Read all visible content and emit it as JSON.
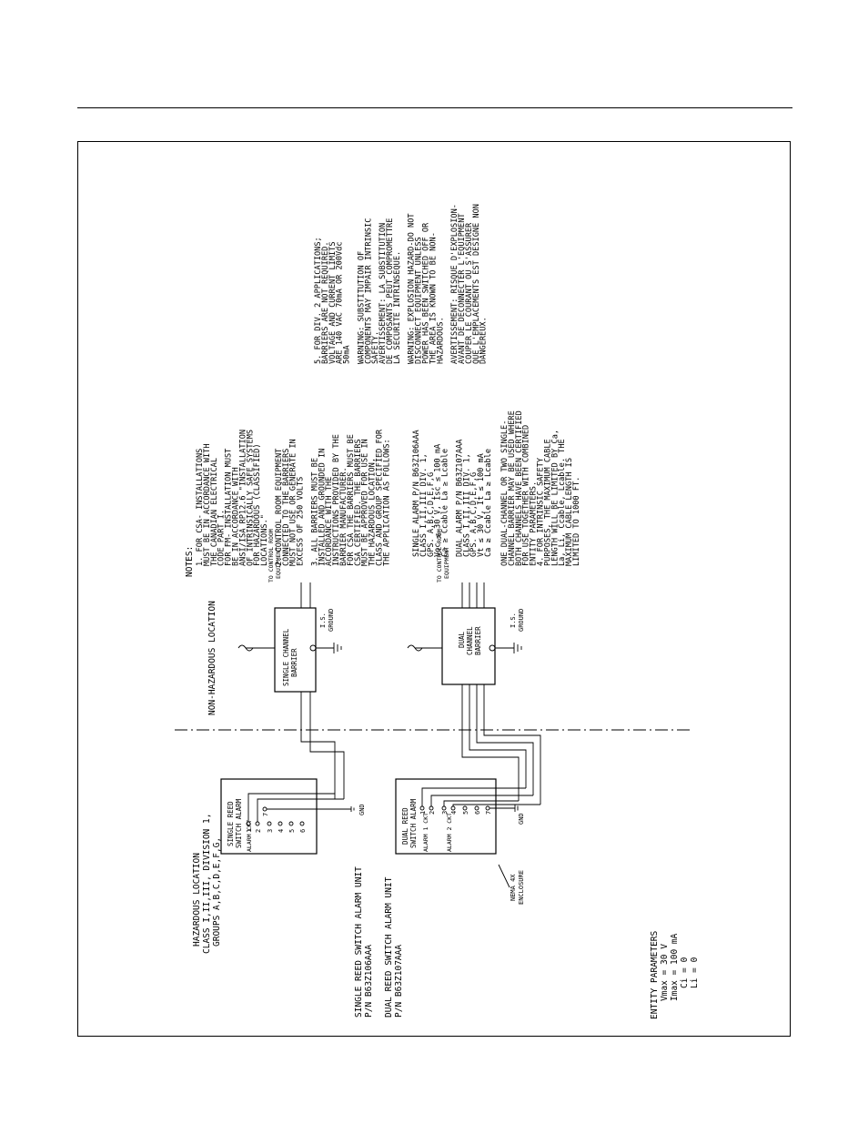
{
  "hazardous": {
    "l1": "HAZARDOUS LOCATION",
    "l2": "CLASS I,II,III, DIVISION 1,",
    "l3": "GROUPS A,B,C,D,E,F,G,"
  },
  "non_hazardous": "NON-HAZARDOUS LOCATION",
  "single_unit": {
    "l1": "SINGLE REED SWITCH ALARM UNIT",
    "l2": "P/N B63Z106AAA"
  },
  "dual_unit": {
    "l1": "DUAL REED SWITCH ALARM UNIT",
    "l2": "P/N B63Z107AAA"
  },
  "single_box": {
    "title1": "SINGLE REED",
    "title2": "SWITCH ALARM",
    "alarm_ckt": "ALARM CKT",
    "t1": "1",
    "t2": "2",
    "t3": "3",
    "t4": "4",
    "t5": "5",
    "t6": "6",
    "t7": "7",
    "gnd": "GND"
  },
  "dual_box": {
    "title1": "DUAL REED",
    "title2": "SWITCH ALARM",
    "alarm1": "ALARM 1 CKT",
    "alarm2": "ALARM 2 CKT",
    "t1": "1",
    "t2": "2",
    "t3": "3",
    "t4": "4",
    "t5": "5",
    "t6": "6",
    "t7": "7",
    "gnd": "GND"
  },
  "nema": {
    "l1": "NEMA 4X",
    "l2": "ENCLOSURE"
  },
  "single_barrier": "SINGLE CHANNEL BARRIER",
  "dual_barrier": {
    "l1": "DUAL",
    "l2": "CHANNEL",
    "l3": "BARRIER"
  },
  "is_ground": {
    "l1": "I.S.",
    "l2": "GROUND"
  },
  "to_control": {
    "l1": "TO CONTROL ROOM",
    "l2": "EQUIPMENT"
  },
  "entity": {
    "title": "ENTITY PARAMETERS",
    "vmax": "Vmax = 30 V",
    "imax": "Imax = 100 mA",
    "ci": "Ci = 0",
    "li": "Li = 0"
  },
  "notes": {
    "title": "NOTES:",
    "c1": [
      "1. FOR CSA- INSTALLATIONS",
      "MUST BE IN ACCORDANCE WITH",
      "THE CANADIAN ELECTRICAL",
      "CODE PART I.",
      "FOR FM- INSTALLATION MUST",
      "BE IN ACCORDANCE WITH",
      "ANSI/ISA RP12.6 \"INSTALLATION",
      "OF INTRINSICALLY SAFE SYSTEMS",
      "FOR HAZARDOUS (CLASSIFIED)",
      "LOCATIONS.\"",
      "",
      "2. CONTROL ROOM EQUIPMENT",
      "CONNECTED TO THE BARRIERS",
      "MUST NOT USE OR GENERATE IN",
      "EXCESS OF 250 VOLTS",
      "",
      "3. ALL BARRIERS MUST BE",
      "INSTALLED AND GROUNDED IN",
      "ACCORDANCE WITH THE",
      "INSTRUCTIONS PROVIDED BY THE",
      "BARRIER MANUFACTURER.",
      "FOR CSA THE BARRIERS MUST BE",
      "CSA CERTIFIED. THE BARRIERS",
      "MUST BE APPROVED FOR USE IN",
      "THE HAZARDOUS LOCATION,",
      "CLASS AND GROUP SPECIFIED FOR",
      "THE APPLICATION AS FOLLOWS:"
    ],
    "c2": [
      "SINGLE ALARM P/N B63Z106AAA",
      "CLASS I,II,III DIV. 1,",
      "GPS. A,B,C,D,E,F,G",
      "Voc ≤ 30 V,   Isc ≤ 100 mA",
      "Ca ≥ Ccable   La ≥ Lcable",
      "",
      "DUAL ALARM P/N B63Z107AAA",
      "CLASS I,II,III DIV. 1,",
      "GPS. A,B,C,D,E,F,G",
      "Vt ≤ 30 V,   It ≤ 100 mA",
      "Ca ≥ Ccable   La ≥ Lcable"
    ],
    "c3": [
      "ONE DUAL-CHANNEL OR TWO SINGLE-",
      "CHANNEL BARRIER MAY BE USED WHERE",
      "BOTH CHANNELS HAVE BEEN CERTIFIED",
      "FOR USE TOGETHER WITH COMBINED",
      "ENTITY PARAMETERS.",
      "4. FOR INTRINSIC SAFETY",
      "PURPOSES, THE MAXIMUM CABLE",
      "LENGTH WILL BE LIMITED BY Ca,",
      "La, Li, Ccable, Lcable. THE",
      "MAXIMUM CABLE LENGTH IS",
      "LIMITED TO 1000 FT."
    ],
    "c4": [
      "5. FOR DIV. 2 APPLICATIONS;",
      "BARRIERS ARE NOT REQUIRED.",
      "VOLTAGE AND CURRENT LIMITS",
      "ARE 140 VAC 70mA OR 200Vdc",
      "50mA",
      "",
      "WARNING: SUBSTITUTION OF",
      "COMPONENTS MAY IMPAIR INTRINSIC",
      "SAFETY.",
      "AVERTISSEMENT: LA SUBSTITUTION",
      "DE COMPOSANTS PEUT COMPROMETTRE",
      "LA SECURITE INTRINSEQUE.",
      "",
      "WARNING: EXPLOSION HAZARD-DO NOT",
      "DISCONNECT EQUIPMENT UNLESS",
      "POWER HAS BEEN SWITCHED OFF OR",
      "THE AREA IS KNOWN TO BE NON-",
      "HAZARDOUS.",
      "",
      "AVERTISSEMENT: RISQUE D'EXPLOSION-",
      "AVANT DE DECONNECTER L'EQUIPMENT",
      "COUPER LE COURANT OU S'ASSURER",
      "QUE L'EMPLACEMENTS EST DESIGNE NON",
      "DANGEREUX."
    ]
  }
}
